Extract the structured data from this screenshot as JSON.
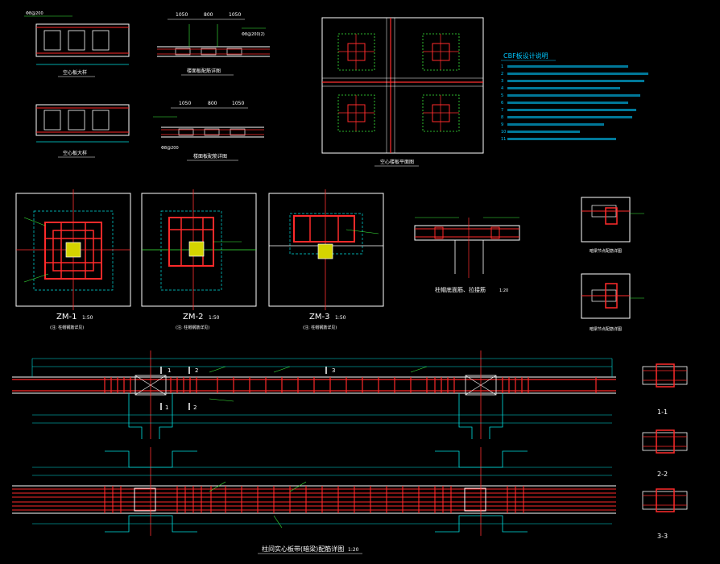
{
  "colors": {
    "background": "#000000",
    "rebar": "#ff2a2a",
    "outline": "#ffffff",
    "dim": "#00e0e0",
    "note_text": "#00c8ff",
    "leader": "#3cf03c",
    "axis": "#ff3030",
    "column_fill": "#d4d400"
  },
  "top_left": {
    "dims_a": [
      "1050",
      "800",
      "1050"
    ],
    "dims_b": [
      "1050",
      "800",
      "1050"
    ],
    "caption_1": "空心板大样",
    "caption_2": "空心板大样",
    "caption_3": "楼面板配筋详图",
    "caption_4": "楼面板配筋详图",
    "labels_small": [
      "Φ8@200",
      "Φ8@200(2)",
      "Φ8@200"
    ]
  },
  "plan_view": {
    "caption": "空心楼板平面图"
  },
  "notes": {
    "title": "CBF板设计说明",
    "lines": [
      "1",
      "2",
      "3",
      "4",
      "5",
      "6",
      "7",
      "8",
      "9",
      "10",
      "11"
    ]
  },
  "column_caps": [
    {
      "label": "ZM-1",
      "scale": "1:50",
      "note": "(注: 柱帽钢筋详见)"
    },
    {
      "label": "ZM-2",
      "scale": "1:50",
      "note": "(注: 柱帽钢筋详见)"
    },
    {
      "label": "ZM-3",
      "scale": "1:50",
      "note": "(注: 柱帽钢筋详见)"
    }
  ],
  "cap_section": {
    "caption": "柱帽底面筋、拉接筋",
    "scale": "1:20"
  },
  "small_details": {
    "caption_1": "暗梁节点配筋详图",
    "caption_2": "暗梁节点配筋详图"
  },
  "beam": {
    "caption": "柱间实心板带(暗梁)配筋详图",
    "scale": "1:20",
    "section_marks": [
      "1",
      "2",
      "3",
      "1",
      "2"
    ]
  },
  "sections": [
    "1-1",
    "2-2",
    "3-3"
  ]
}
